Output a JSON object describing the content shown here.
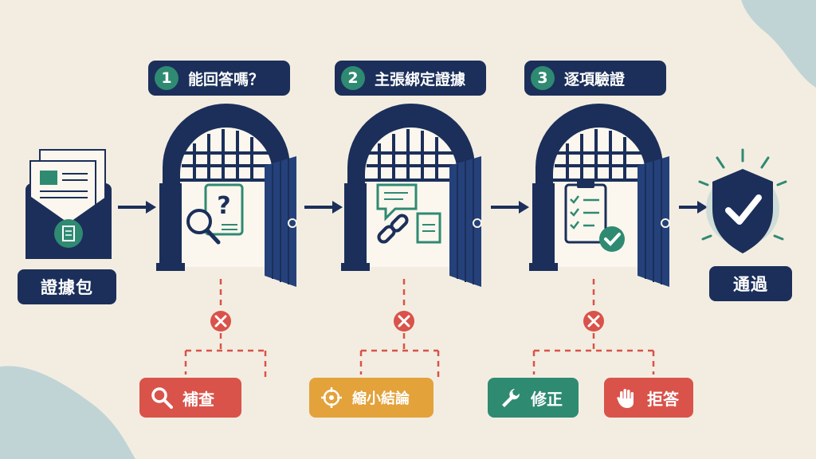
{
  "bundle": {
    "label": "證據包"
  },
  "stages": [
    {
      "number": "1",
      "label": "能回答嗎？"
    },
    {
      "number": "2",
      "label": "主張綁定證據"
    },
    {
      "number": "3",
      "label": "逐項驗證"
    }
  ],
  "pass": {
    "label": "通過"
  },
  "outcomes": {
    "supplement": "補查",
    "narrow": "縮小結論",
    "fix": "修正",
    "refuse": "拒答"
  },
  "colors": {
    "navy": "#1b2f5a",
    "teal": "#2f8a72",
    "red": "#d9534a",
    "orange": "#e3a23a",
    "background": "#f3ede1"
  }
}
